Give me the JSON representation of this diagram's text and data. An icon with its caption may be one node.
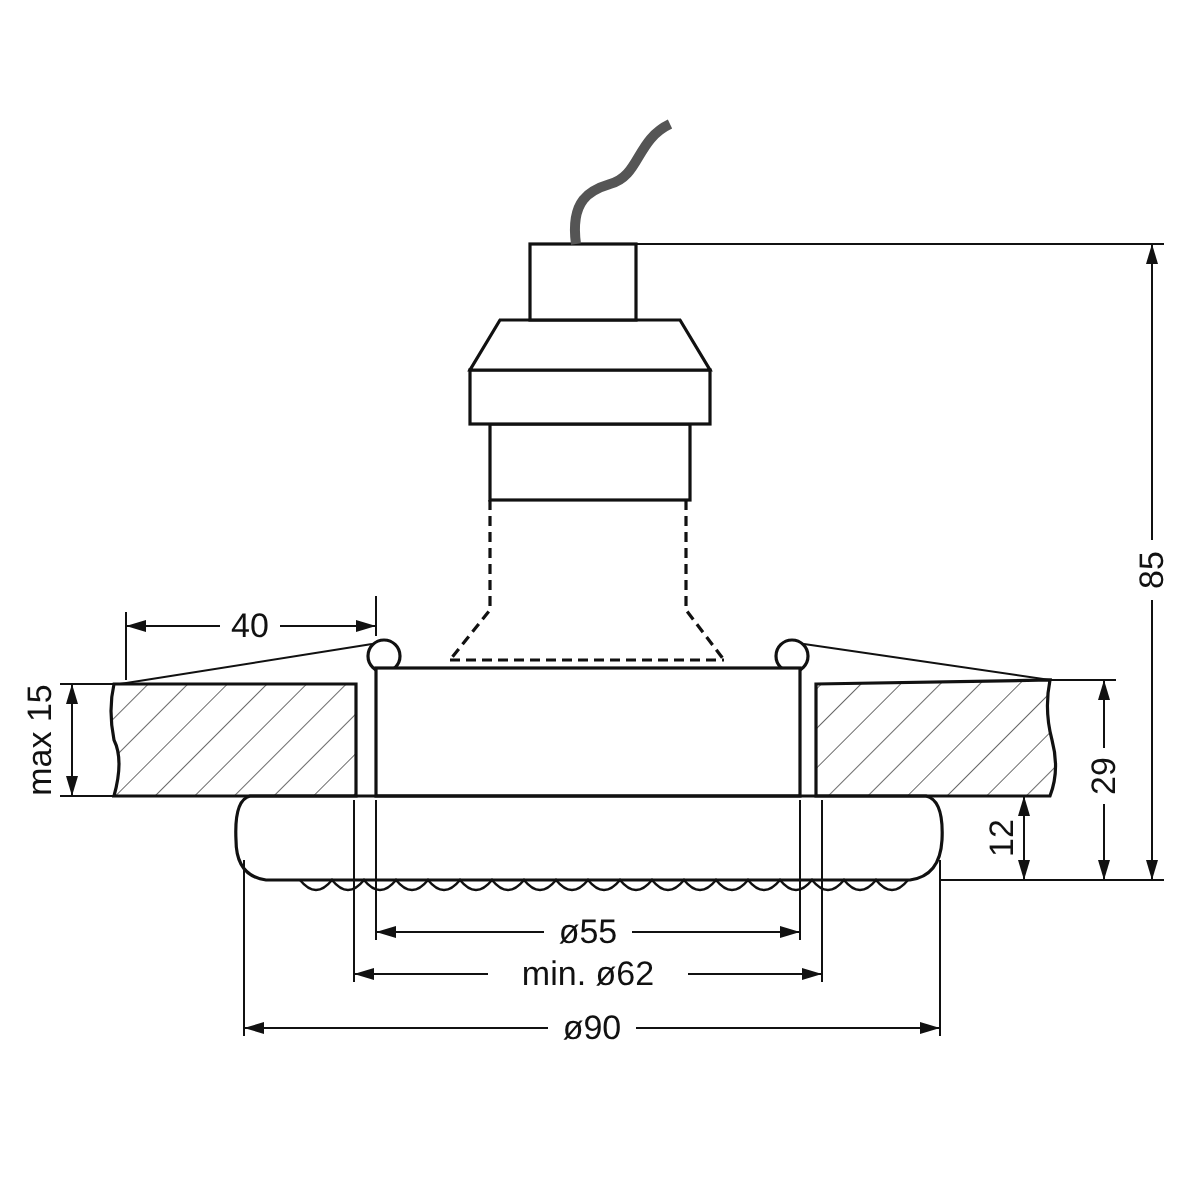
{
  "diagram": {
    "labels": [
      "85",
      "40",
      "max 15",
      "29",
      "12",
      "ø55",
      "min. ø62",
      "ø90"
    ]
  }
}
